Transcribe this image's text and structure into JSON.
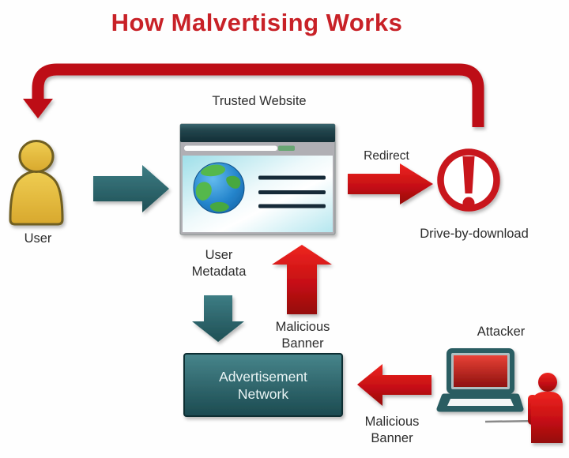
{
  "title": "How Malvertising Works",
  "nodes": {
    "user": {
      "label": "User"
    },
    "trusted_website": {
      "label": "Trusted Website"
    },
    "drive_by_download": {
      "label": "Drive-by-download"
    },
    "ad_network": {
      "line1": "Advertisement",
      "line2": "Network"
    },
    "attacker": {
      "label": "Attacker"
    }
  },
  "edges": {
    "redirect": {
      "label": "Redirect"
    },
    "user_metadata": {
      "line1": "User",
      "line2": "Metadata"
    },
    "malicious_banner_up": {
      "line1": "Malicious",
      "line2": "Banner"
    },
    "malicious_banner_left": {
      "line1": "Malicious",
      "line2": "Banner"
    }
  },
  "colors": {
    "title_red": "#c82127",
    "arrow_red": "#c40f13",
    "teal": "#2e6e74",
    "user_gold": "#e3b437",
    "warning_red": "#c8131a",
    "browser_titlebar": "#1f3e45",
    "ad_box_teal": "#2c6067"
  }
}
